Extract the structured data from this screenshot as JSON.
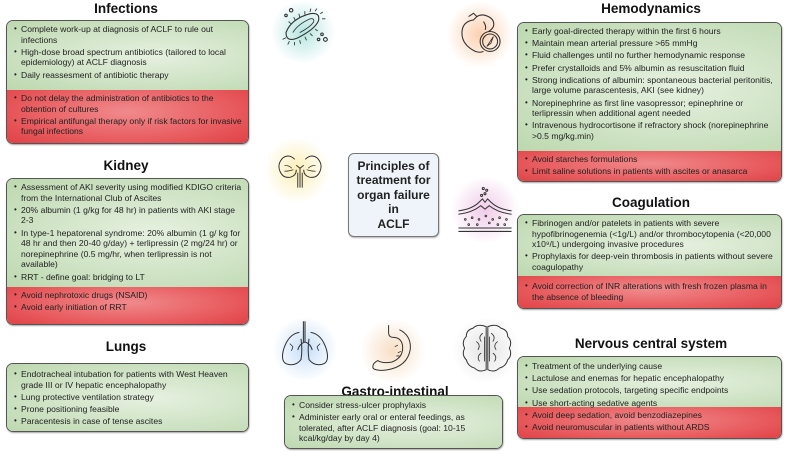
{
  "title": "Principles of treatment for organ failure in ACLF",
  "center": {
    "lines": [
      "Principles of",
      "treatment for",
      "organ failure",
      "in",
      "ACLF"
    ]
  },
  "colors": {
    "recommend": "#cfe3c5",
    "avoid": "#e85c5f",
    "center_bg": "#eef4f9"
  },
  "sections": {
    "infections": {
      "title": "Infections",
      "icon": "bacteria-icon",
      "do": [
        "Complete work-up at diagnosis of ACLF to rule out infections",
        "High-dose broad spectrum antibiotics (tailored to local epidemiology) at ACLF diagnosis",
        "Daily reassesment of antibiotic therapy"
      ],
      "avoid": [
        "Do not delay the administration of antibiotics to the obtention of cultures",
        "Empirical antifungal therapy only if risk factors for invasive fungal infections"
      ]
    },
    "kidney": {
      "title": "Kidney",
      "icon": "kidney-icon",
      "do": [
        "Assessment of AKI severity using modified KDIGO criteria from the International Club of Ascites",
        "20% albumin (1 g/kg for 48 hr) in patients with AKI stage 2-3",
        "In type-1 hepatorenal syndrome: 20% albumin (1 g/ kg for 48 hr and then 20-40 g/day) + terlipressin (2 mg/24 hr) or norepinephrine (0.5 mg/hr, when terlipressin is not available)",
        "RRT - define goal: bridging to LT"
      ],
      "avoid": [
        "Avoid nephrotoxic drugs (NSAID)",
        "Avoid early initiation of RRT"
      ]
    },
    "lungs": {
      "title": "Lungs",
      "icon": "lungs-icon",
      "do": [
        "Endotracheal intubation for patients with West Heaven grade III or IV hepatic encephalopathy",
        "Lung protective ventilation strategy",
        "Prone positioning feasible",
        "Paracentesis in case of tense ascites"
      ]
    },
    "gastro": {
      "title": "Gastro-intestinal",
      "icon": "stomach-icon",
      "do": [
        "Consider stress-ulcer prophylaxis",
        "Administer early oral or enteral feedings, as tolerated, after ACLF diagnosis (goal: 10-15 kcal/kg/day by day 4)"
      ]
    },
    "hemodynamics": {
      "title": "Hemodynamics",
      "icon": "heart-gauge-icon",
      "do": [
        "Early goal-directed therapy within the first 6 hours",
        "Maintain mean arterial pressure >65 mmHg",
        "Fluid challenges until no further hemodynamic response",
        "Prefer crystalloids and 5% albumin as resuscitation fluid",
        "Strong indications of albumin: spontaneous bacterial peritonitis, large volume parascentesis, AKI (see kidney)",
        "Norepinephrine as first line vasopressor; epinephrine or terlipressin when additional agent needed",
        "Intravenous hydrocortisone if refractory shock (norepinephrine >0.5 mg/kg.min)"
      ],
      "avoid": [
        "Avoid starches formulations",
        "Limit saline solutions in patients with ascites or anasarca"
      ]
    },
    "coagulation": {
      "title": "Coagulation",
      "icon": "blood-vessel-icon",
      "do": [
        "Fibrinogen and/or patelets in patients with severe hypofibrinogenemia (<1g/L) and/or thrombocytopenia (<20,000 x10⁹/L) undergoing invasive procedures",
        "Prophylaxis for deep-vein thrombosis in patients without severe coagulopathy"
      ],
      "avoid": [
        "Avoid correction of INR alterations with fresh frozen plasma in the absence of bleeding"
      ]
    },
    "nervous": {
      "title": "Nervous central system",
      "icon": "brain-icon",
      "do": [
        "Treatment of the underlying cause",
        "Lactulose and enemas for hepatic encephalopathy",
        "Use sedation protocols, targeting specific endpoints",
        "Use short-acting sedative agents"
      ],
      "avoid": [
        "Avoid deep sedation, avoid benzodiazepines",
        "Avoid neuromuscular in patients without ARDS"
      ]
    }
  }
}
